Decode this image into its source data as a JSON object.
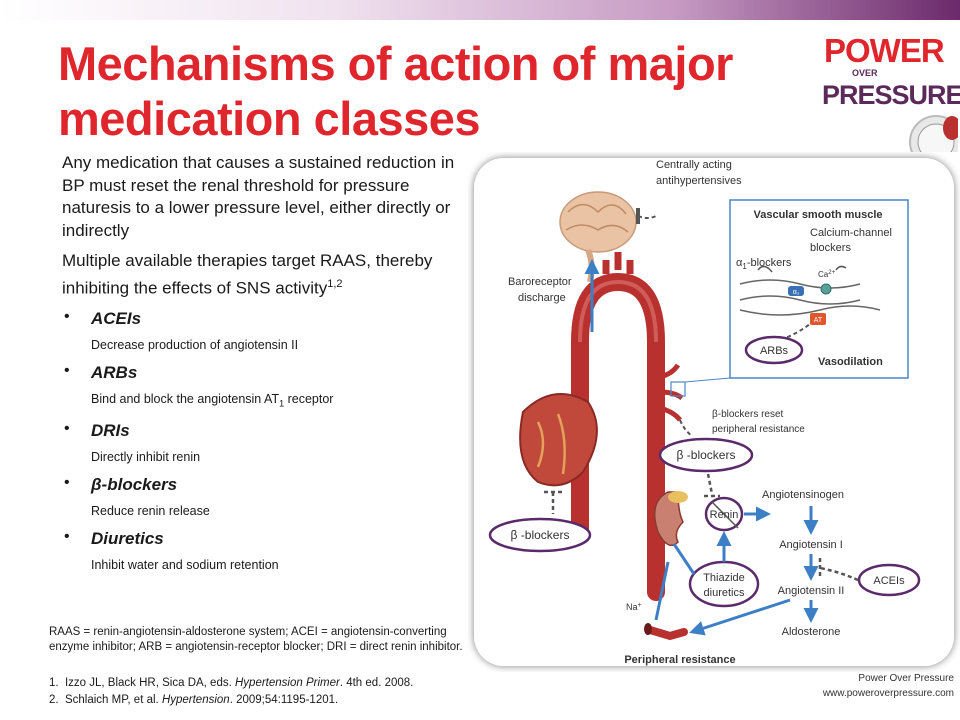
{
  "title": "Mechanisms of action of major medication classes",
  "logo": {
    "line1": "POWER",
    "line2": "OVER",
    "line3": "PRESSURE"
  },
  "paragraphs": [
    "Any medication that causes a sustained reduction in BP must reset the renal threshold for pressure naturesis to a lower pressure level, either directly or indirectly",
    "Multiple available therapies target RAAS, thereby inhibiting the effects of SNS activity"
  ],
  "para2_sup": "1,2",
  "bullets": [
    {
      "head": "ACEIs",
      "desc": "Decrease production of angiotensin II"
    },
    {
      "head": "ARBs",
      "desc": "Bind and block the angiotensin AT",
      "desc_sub": "1",
      "desc_tail": " receptor"
    },
    {
      "head": "DRIs",
      "desc": "Directly inhibit renin"
    },
    {
      "head": "β-blockers",
      "desc": "Reduce renin release"
    },
    {
      "head": "Diuretics",
      "desc": "Inhibit water and sodium retention"
    }
  ],
  "footnote": "RAAS = renin-angiotensin-aldosterone system; ACEI = angiotensin-converting enzyme inhibitor; ARB = angiotensin-receptor blocker; DRI = direct renin inhibitor.",
  "references": [
    {
      "num": "1.",
      "authors": "Izzo JL, Black HR, Sica DA, eds. ",
      "journal": "Hypertension Primer",
      "tail": ". 4th ed. 2008."
    },
    {
      "num": "2.",
      "authors": "Schlaich MP, et al. ",
      "journal": "Hypertension",
      "tail": ". 2009;54:1195-1201."
    }
  ],
  "brand": {
    "name": "Power Over Pressure",
    "url": "www.poweroverpressure.com"
  },
  "diagram": {
    "central_1": "Centrally acting",
    "central_2": "antihypertensives",
    "baro_1": "Baroreceptor",
    "baro_2": "discharge",
    "vsm_title": "Vascular smooth muscle",
    "ccb_1": "Calcium-channel",
    "ccb_2": "blockers",
    "alpha": "α",
    "alpha_sub": "1",
    "alpha_tail": "-blockers",
    "ca_label": "Ca",
    "ca_sup": "2+",
    "alpha_receptor": "α₁",
    "at_receptor": "AT",
    "arbs": "ARBs",
    "vasodilation": "Vasodilation",
    "beta_reset_1": "β-blockers reset",
    "beta_reset_2": "peripheral resistance",
    "beta_right": "β -blockers",
    "beta_left": "β -blockers",
    "renin": "Renin",
    "angiotensinogen": "Angiotensinogen",
    "ang1": "Angiotensin I",
    "ang2": "Angiotensin II",
    "aceis": "ACEIs",
    "thiazide_1": "Thiazide",
    "thiazide_2": "diuretics",
    "na": "Na",
    "na_sup": "+",
    "aldosterone": "Aldosterone",
    "peripheral": "Peripheral resistance"
  },
  "colors": {
    "title": "#e0262d",
    "purple": "#5b2a6b",
    "arrow": "#3c7fc4",
    "artery": "#b8312f",
    "inset_border": "#4a86c8"
  }
}
